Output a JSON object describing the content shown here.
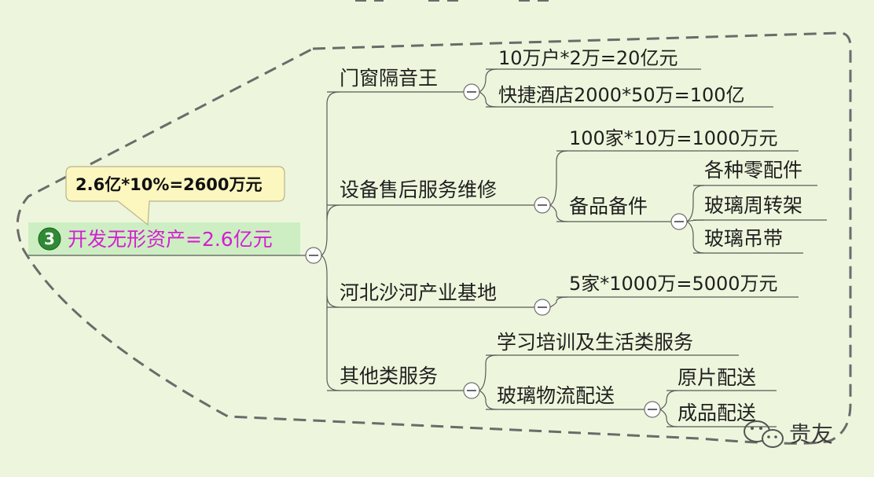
{
  "root": {
    "number": "3",
    "label": "开发无形资产=2.6亿元"
  },
  "callout": {
    "text": "2.6亿*10%=2600万元"
  },
  "branches": {
    "b1": {
      "label": "门窗隔音王",
      "children": [
        "10万户*2万=20亿元",
        "快捷酒店2000*50万=100亿"
      ]
    },
    "b2": {
      "label": "设备售后服务维修",
      "child1": "100家*10万=1000万元",
      "child2": {
        "label": "备品备件",
        "children": [
          "各种零配件",
          "玻璃周转架",
          "玻璃吊带"
        ]
      }
    },
    "b3": {
      "label": "河北沙河产业基地",
      "children": [
        "5家*1000万=5000万元"
      ]
    },
    "b4": {
      "label": "其他类服务",
      "child1": "学习培训及生活类服务",
      "child2": {
        "label": "玻璃物流配送",
        "children": [
          "原片配送",
          "成品配送"
        ]
      }
    }
  },
  "watermark": {
    "text": "贵友",
    "icon": "wechat-icon"
  },
  "colors": {
    "background": "#edf6dc",
    "root_text": "#d21fd2",
    "root_bg": "#cdeec2",
    "callout_bg": "#fcf6bf",
    "badge": "#2f8a34",
    "boundary": "#6b6b6b"
  }
}
